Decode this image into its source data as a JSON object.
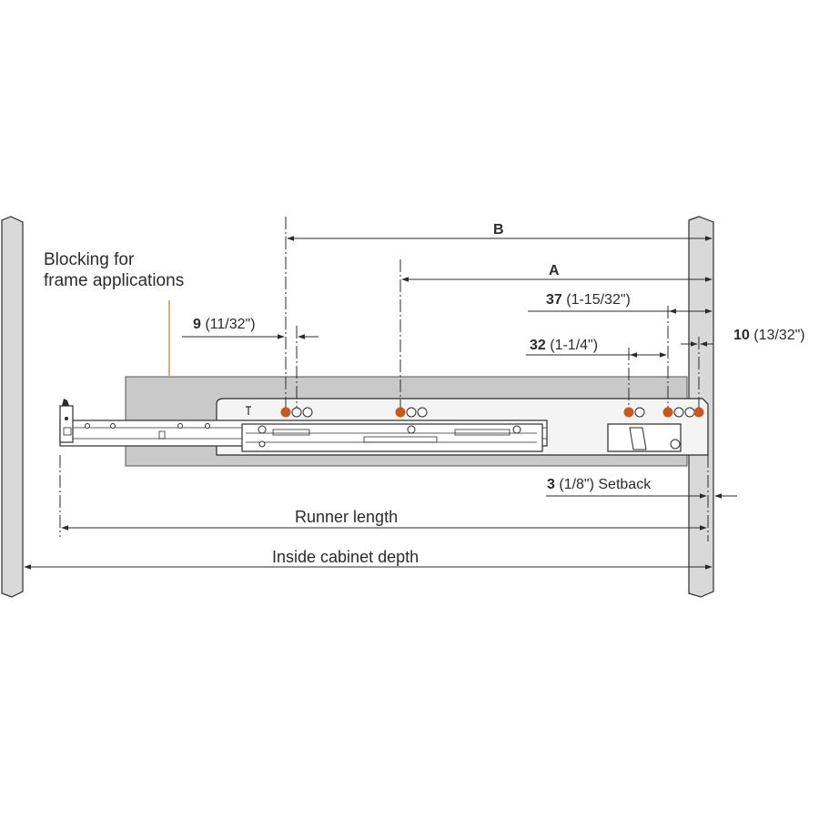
{
  "labels": {
    "blocking_line1": "Blocking for",
    "blocking_line2": "frame applications",
    "runner_length": "Runner length",
    "inside_cabinet_depth": "Inside cabinet depth",
    "dim_b": "B",
    "dim_a": "A",
    "dim_37_num": "37",
    "dim_37_in": " (1-15/32\")",
    "dim_32_num": "32",
    "dim_32_in": " (1-1/4\")",
    "dim_9_num": "9",
    "dim_9_in": " (11/32\")",
    "dim_10_num": "10",
    "dim_10_in": " (13/32\")",
    "setback_num": "3",
    "setback_in": " (1/8\") Setback"
  },
  "colors": {
    "line": "#2b2b2b",
    "wall": "#d9d9d9",
    "blocking": "#c9c9c9",
    "screw_hole": "#c65a1e",
    "leader": "#c8912f"
  }
}
